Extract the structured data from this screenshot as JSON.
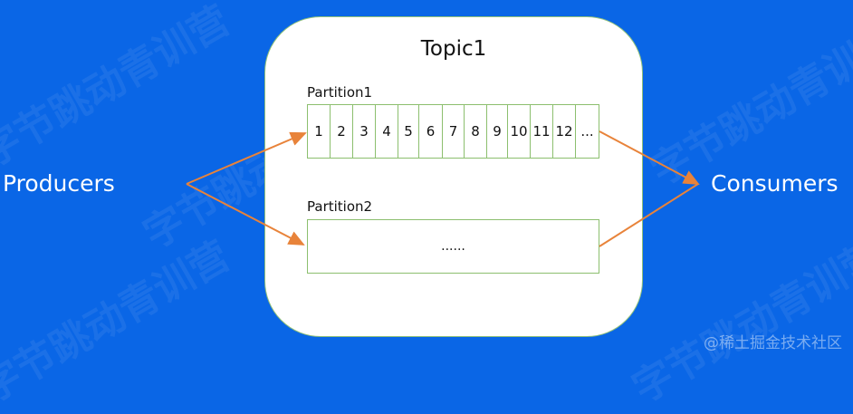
{
  "diagram": {
    "topic": {
      "title": "Topic1"
    },
    "partitions": [
      {
        "label": "Partition1",
        "cells": [
          "1",
          "2",
          "3",
          "4",
          "5",
          "6",
          "7",
          "8",
          "9",
          "10",
          "11",
          "12",
          "..."
        ]
      },
      {
        "label": "Partition2",
        "content": "......"
      }
    ],
    "producers_label": "Producers",
    "consumers_label": "Consumers",
    "arrow_color": "#e8833a",
    "partition_border_color": "#8cbf6e",
    "background_color": "#0a66e6"
  },
  "watermark": {
    "text": "字节跳动青训营",
    "credit": "@稀土掘金技术社区"
  }
}
